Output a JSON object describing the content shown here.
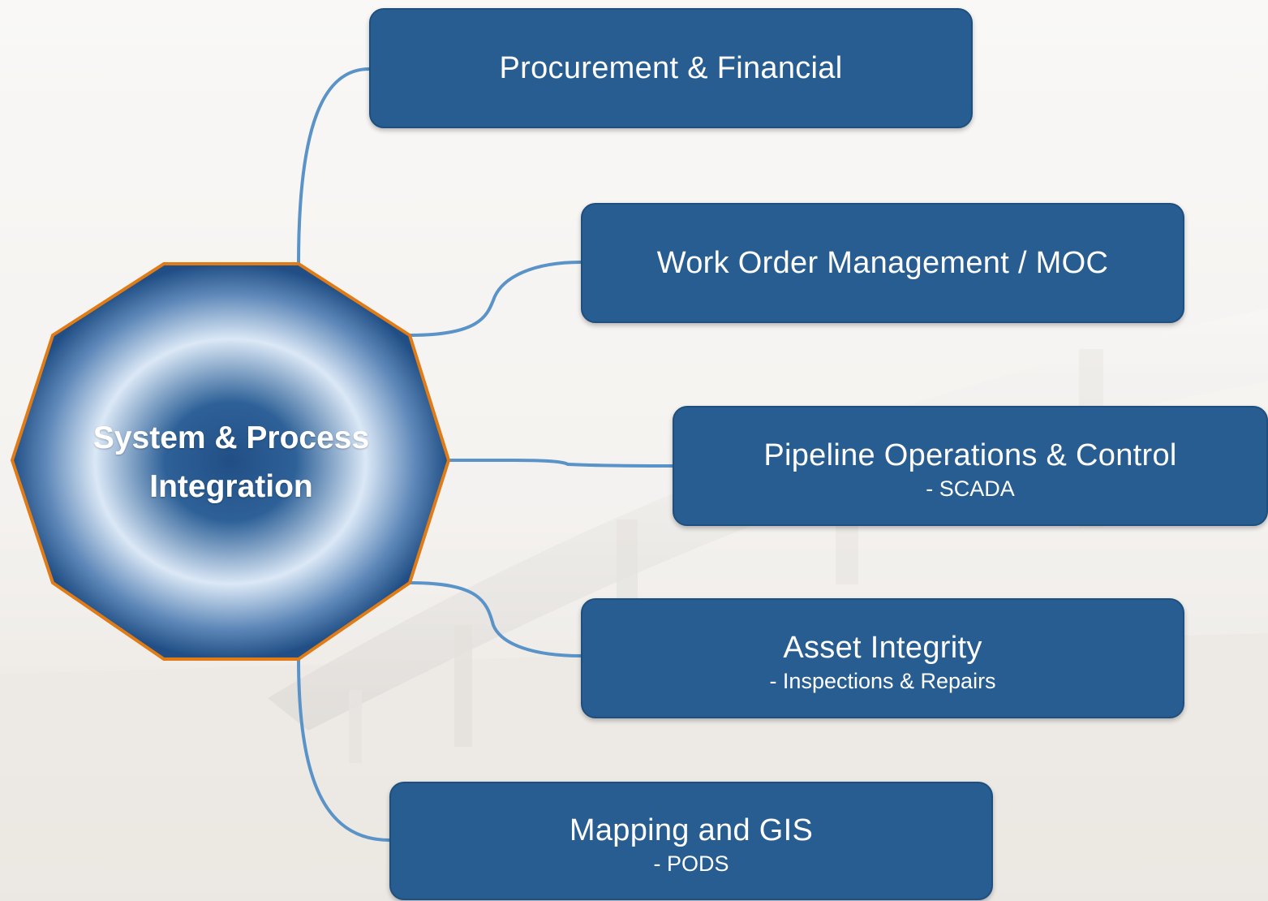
{
  "hub": {
    "line1": "System & Process",
    "line2": "Integration"
  },
  "nodes": [
    {
      "title": "Procurement & Financial",
      "subtitle": ""
    },
    {
      "title": "Work Order Management / MOC",
      "subtitle": ""
    },
    {
      "title": "Pipeline Operations & Control",
      "subtitle": "- SCADA"
    },
    {
      "title": "Asset Integrity",
      "subtitle": "- Inspections & Repairs"
    },
    {
      "title": "Mapping and GIS",
      "subtitle": "- PODS"
    }
  ],
  "colors": {
    "card_fill": "#275d91",
    "connector": "#5a93c8",
    "hub_outline": "#e07b16",
    "hub_dark": "#214f85",
    "hub_light": "#dbe8f6"
  },
  "icons": {
    "background": "pipeline-photo"
  }
}
